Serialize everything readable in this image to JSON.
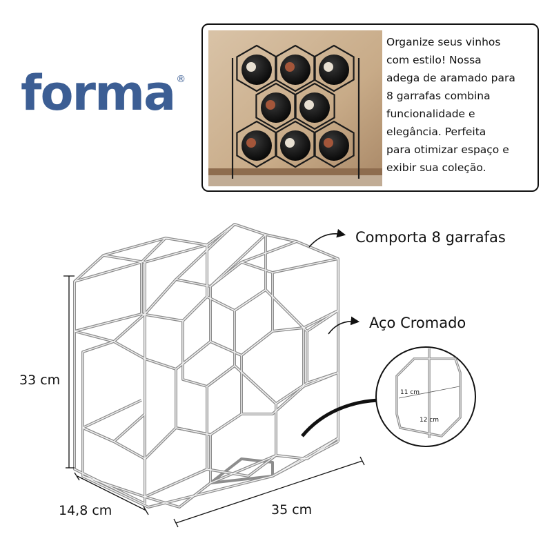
{
  "brand": {
    "name": "forma",
    "mark": "®",
    "color": "#3c5e94"
  },
  "promo": {
    "lines": [
      "Organize seus vinhos",
      "com estilo! Nossa",
      "adega de aramado para",
      "8 garrafas combina",
      "funcionalidade e",
      "elegância. Perfeita",
      "para otimizar espaço e",
      "exibir sua coleção."
    ]
  },
  "callouts": {
    "capacity": "Comporta 8 garrafas",
    "material": "Aço Cromado"
  },
  "dimensions": {
    "height": "33 cm",
    "depth": "14,8 cm",
    "width": "35 cm"
  },
  "detail": {
    "cell_width": "11 cm",
    "cell_height": "12 cm"
  },
  "photo": {
    "icon": "wine-rack-photo"
  }
}
